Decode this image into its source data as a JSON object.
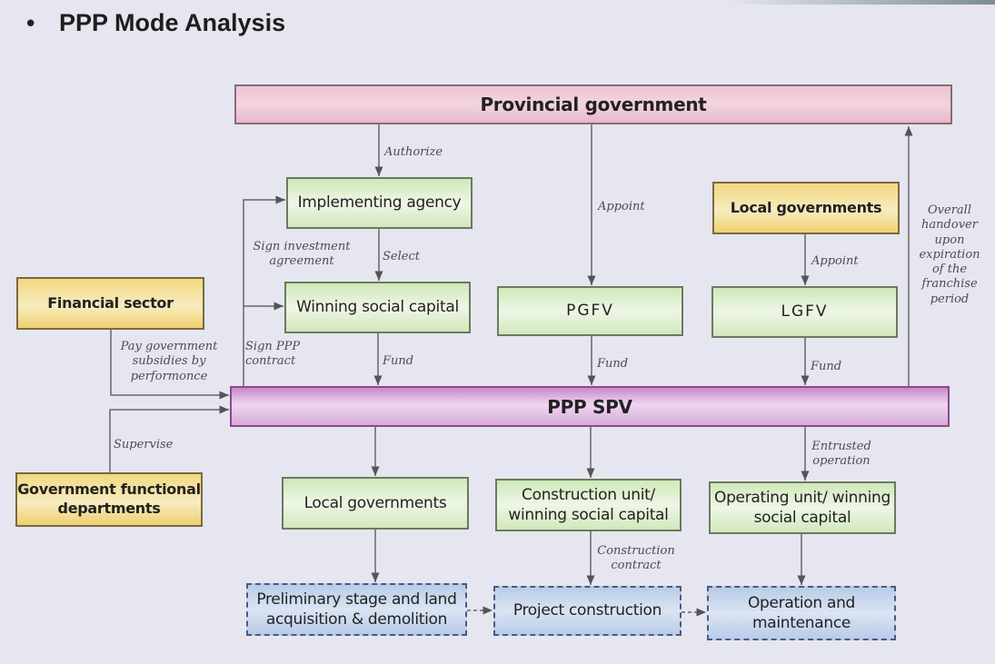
{
  "slide": {
    "bullet": "•",
    "title": "PPP Mode Analysis"
  },
  "nodes": {
    "provincial": "Provincial  government",
    "implementing": "Implementing agency",
    "winning": "Winning social capital",
    "financial": "Financial sector",
    "pgfv": "PGFV",
    "local_top": "Local governments",
    "lgfv": "LGFV",
    "spv": "PPP  SPV",
    "gov_func": "Government functional departments",
    "local_bottom": "Local governments",
    "construction_unit": "Construction unit/ winning social capital",
    "operating_unit": "Operating unit/ winning social capital",
    "preliminary": "Preliminary stage and land acquisition & demolition",
    "project_construction": "Project construction",
    "om": "Operation and maintenance"
  },
  "labels": {
    "authorize": "Authorize",
    "appoint_pgfv": "Appoint",
    "appoint_lgfv": "Appoint",
    "handover": "Overall handover upon expiration of the franchise period",
    "select": "Select",
    "sign_investment": "Sign investment agreement",
    "sign_ppp": "Sign PPP contract",
    "pay": "Pay government subsidies by performonce",
    "supervise": "Supervise",
    "fund_1": "Fund",
    "fund_2": "Fund",
    "fund_3": "Fund",
    "entrusted": "Entrusted operation",
    "construction_contract": "Construction contract"
  }
}
